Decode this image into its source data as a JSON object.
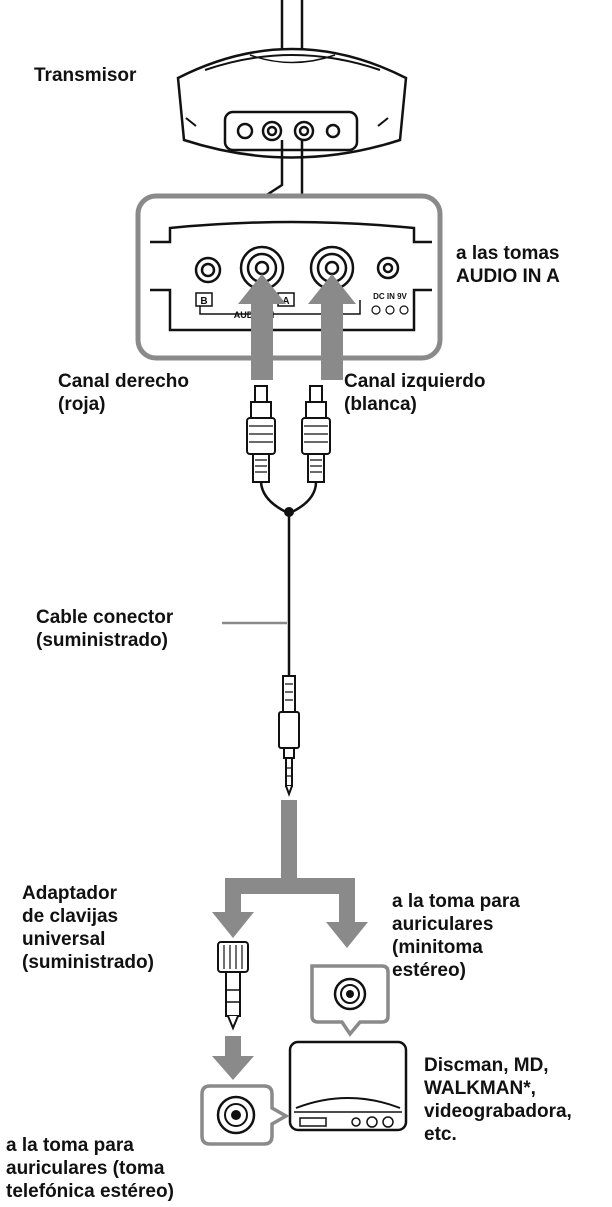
{
  "labels": {
    "transmitter": "Transmisor",
    "inputs": [
      "a las tomas",
      "AUDIO IN A"
    ],
    "right_channel": [
      "Canal derecho",
      "(roja)"
    ],
    "left_channel": [
      "Canal izquierdo",
      "(blanca)"
    ],
    "cable": [
      "Cable conector",
      "(suministrado)"
    ],
    "adapter": [
      "Adaptador",
      "de clavijas",
      "universal",
      "(suministrado)"
    ],
    "mini_jack": [
      "a la toma para",
      "auriculares",
      "(minitoma",
      "estéreo)"
    ],
    "devices": [
      "Discman, MD,",
      "WALKMAN*,",
      "videograbadora,",
      "etc."
    ],
    "phone_jack": [
      "a la toma para",
      "auriculares (toma",
      "telefónica estéreo)"
    ]
  },
  "panel_markings": {
    "input_b": "B",
    "input_a": "A",
    "audio_in": "AUDIO IN",
    "dc_in": "DC IN 9V"
  },
  "colors": {
    "line": "#111111",
    "arrow": "#8a8a8a",
    "panel_bg": "#ffffff"
  }
}
